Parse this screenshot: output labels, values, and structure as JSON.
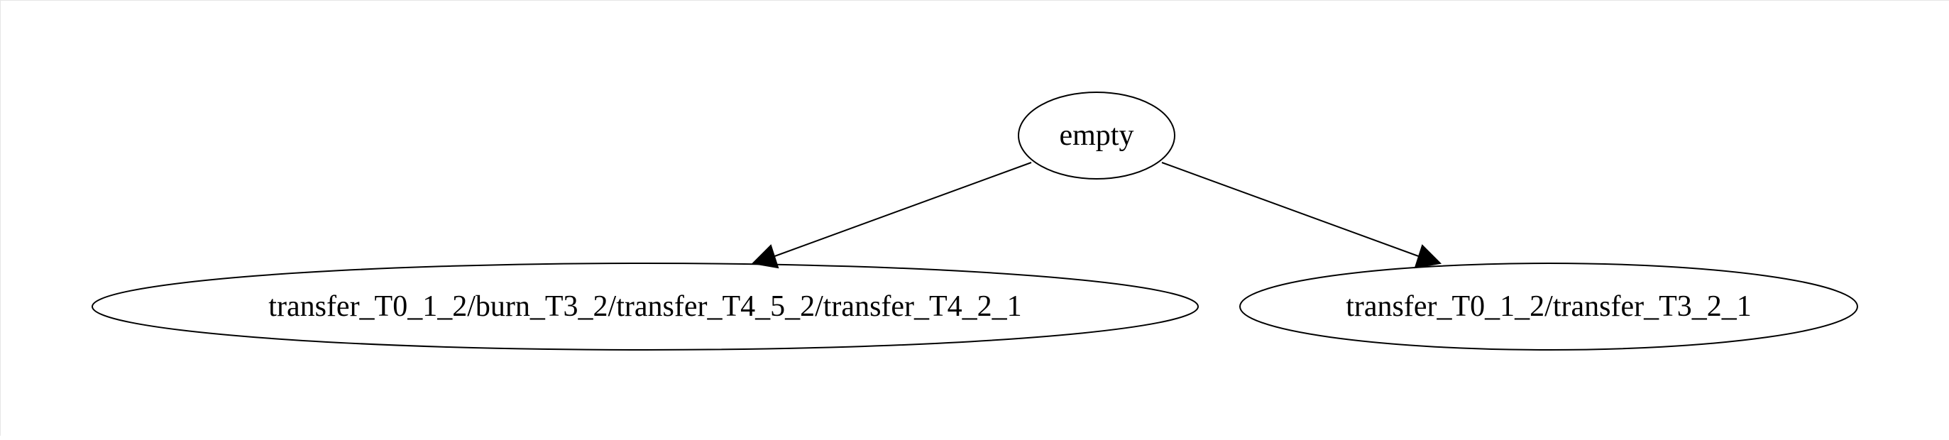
{
  "graph": {
    "nodes": [
      {
        "id": "empty",
        "label": "empty"
      },
      {
        "id": "left",
        "label": "transfer_T0_1_2/burn_T3_2/transfer_T4_5_2/transfer_T4_2_1"
      },
      {
        "id": "right",
        "label": "transfer_T0_1_2/transfer_T3_2_1"
      }
    ],
    "edges": [
      {
        "from": "empty",
        "to": "left"
      },
      {
        "from": "empty",
        "to": "right"
      }
    ]
  },
  "colors": {
    "stroke": "#000000",
    "background": "#ffffff"
  }
}
